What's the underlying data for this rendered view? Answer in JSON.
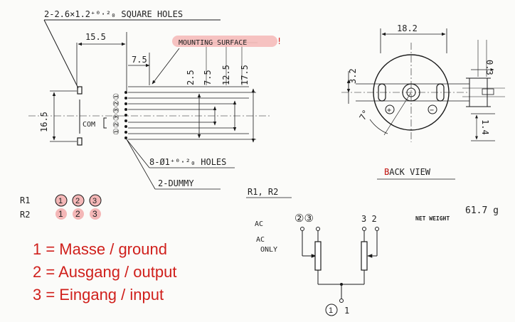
{
  "colors": {
    "line": "#1a1a1a",
    "highlight": "#f4b7b7",
    "legend_red": "#d0201c",
    "bg": "#fbfbf9"
  },
  "top_note": "2-2.6×1.2⁺⁰·²₀ SQUARE HOLES",
  "dims": {
    "d15_5": "15.5",
    "d7_5": "7.5",
    "d2_5": "2.5",
    "d7_5b": "7.5",
    "d12_5": "12.5",
    "d17_5": "17.5",
    "d16_5": "16.5",
    "d18_2": "18.2",
    "d3_2": "3.2",
    "d0_3": "0.3",
    "d1_4": "1.4",
    "angle": "7°"
  },
  "mounting_surface": "MOUNTING SURFACE",
  "exclamation": "!",
  "com_label": "COM",
  "pin_order": "①②③③②①",
  "holes_note": "8-Ø1⁺⁰·²₀ HOLES",
  "dummy_note": "2-DUMMY",
  "back_view": "BACK VIEW",
  "back_view_b": "B",
  "plus_sign": "+",
  "minus_sign": "−",
  "r_labels": {
    "r1": "R1",
    "r2": "R2"
  },
  "r1_pins": [
    "1",
    "2",
    "3"
  ],
  "r2_pins": [
    "1",
    "2",
    "3"
  ],
  "r1r2": "R1, R2",
  "weight_label": "NET WEIGHT",
  "weight_value": "61.7 g",
  "schematic": {
    "ac": "AC",
    "ac_only_1": "AC",
    "ac_only_2": "ONLY",
    "left_pins": "②③",
    "right_pins": "3 2",
    "bottom_circle": "1",
    "bottom_num": "1"
  },
  "legend": [
    "1 = Masse / ground",
    "2 = Ausgang / output",
    "3 = Eingang / input"
  ]
}
